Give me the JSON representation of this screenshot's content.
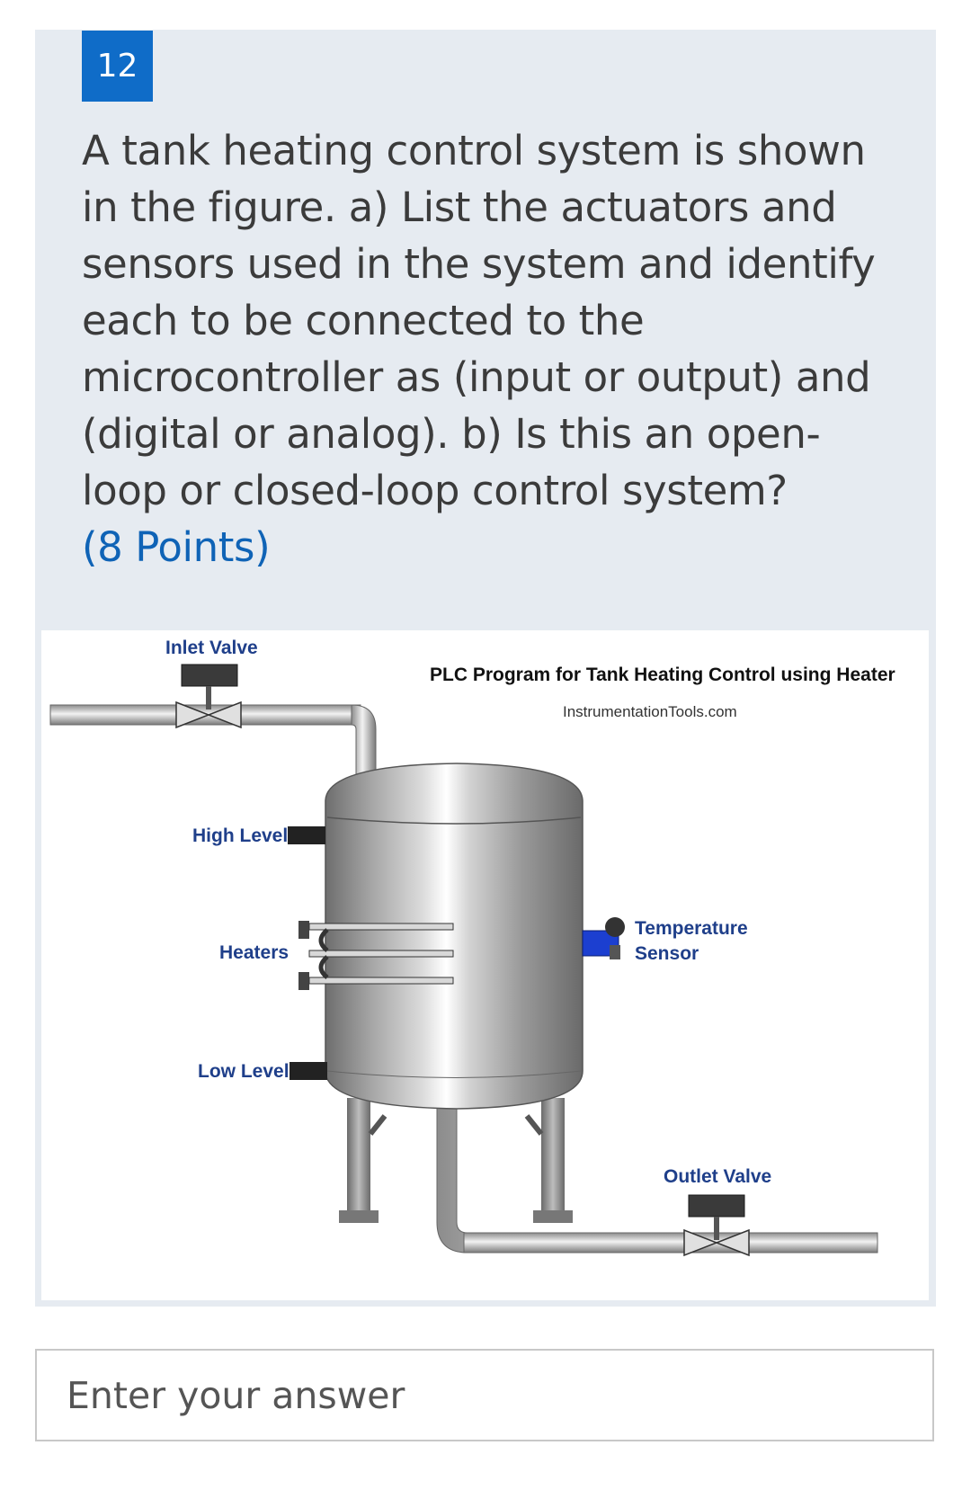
{
  "question": {
    "number": "12",
    "lines": [
      "A tank heating control system is shown",
      "in the figure. a) List the actuators and",
      "sensors used in the system and identify",
      "each to be connected to the",
      "microcontroller as (input or output) and",
      "(digital or analog). b) Is this an open-",
      "loop or closed-loop control system?"
    ],
    "points": "(8 Points)"
  },
  "figure": {
    "title": "PLC Program for Tank Heating Control using Heater",
    "source": "InstrumentationTools.com",
    "labels": {
      "inlet_valve": "Inlet Valve",
      "high_level": "High Level",
      "heaters": "Heaters",
      "temperature_line1": "Temperature",
      "temperature_line2": "Sensor",
      "low_level": "Low Level",
      "outlet_valve": "Outlet Valve"
    },
    "colors": {
      "label_blue": "#1f3f8a",
      "sensor_blue": "#1c3fd0"
    }
  },
  "answer": {
    "placeholder": "Enter your answer"
  }
}
